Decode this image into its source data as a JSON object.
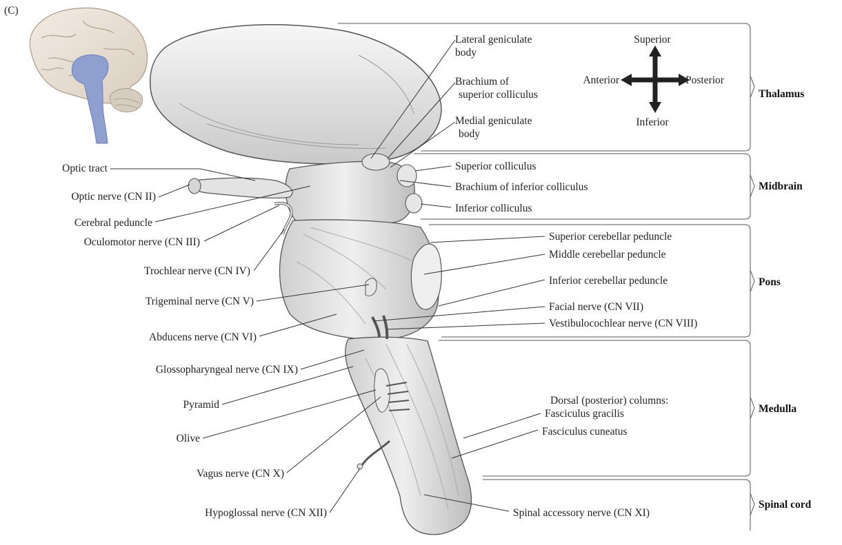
{
  "panel_label": "(C)",
  "orientation": {
    "superior": "Superior",
    "inferior": "Inferior",
    "anterior": "Anterior",
    "posterior": "Posterior"
  },
  "regions": [
    "Thalamus",
    "Midbrain",
    "Pons",
    "Medulla",
    "Spinal cord"
  ],
  "left_labels": [
    "Optic tract",
    "Optic nerve (CN II)",
    "Cerebral peduncle",
    "Oculomotor nerve (CN III)",
    "Trochlear nerve (CN IV)",
    "Trigeminal nerve (CN V)",
    "Abducens nerve (CN VI)",
    "Glossopharyngeal nerve (CN IX)",
    "Pyramid",
    "Olive",
    "Vagus nerve (CN X)",
    "Hypoglossal nerve (CN XII)"
  ],
  "right_labels": [
    [
      "Lateral geniculate",
      "body"
    ],
    [
      "Brachium of",
      "superior colliculus"
    ],
    [
      "Medial geniculate",
      "body"
    ],
    [
      "Superior colliculus"
    ],
    [
      "Brachium of inferior colliculus"
    ],
    [
      "Inferior colliculus"
    ],
    [
      "Superior cerebellar peduncle"
    ],
    [
      "Middle cerebellar peduncle"
    ],
    [
      "Inferior cerebellar peduncle"
    ],
    [
      "Facial nerve (CN VII)"
    ],
    [
      "Vestibulocochlear nerve (CN VIII)"
    ],
    [
      "Dorsal (posterior) columns:",
      "Fasciculus gracilis"
    ],
    [
      "Fasciculus cuneatus"
    ],
    [
      "Spinal accessory nerve (CN XI)"
    ]
  ]
}
